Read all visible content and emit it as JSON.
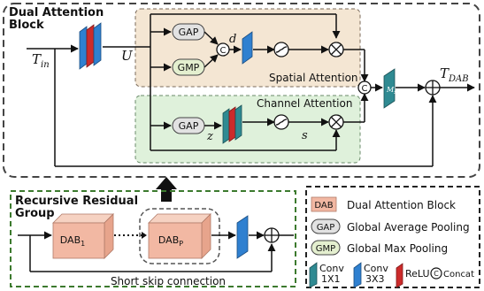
{
  "dual_attention_block": {
    "title_line1": "Dual Attention",
    "title_line2": "Block",
    "input_label": "T",
    "input_sub": "in",
    "output_label": "T",
    "output_sub": "DAB",
    "u_label": "U",
    "d_label": "d",
    "z_label": "z",
    "s_label": "s",
    "ms_label": "M",
    "ms_sub": "s",
    "gap_label": "GAP",
    "gmp_label": "GMP",
    "concat_symbol": "C",
    "spatial_attention_title": "Spatial Attention",
    "channel_attention_title": "Channel Attention"
  },
  "recursive_residual_group": {
    "title_line1": "Recursive Residual",
    "title_line2": "Group",
    "dab1_label": "DAB",
    "dab1_sub": "1",
    "dabp_label": "DAB",
    "dabp_sub": "P",
    "skip_label": "Short skip connection"
  },
  "legend": {
    "dab_swatch": "DAB",
    "dab_text": "Dual Attention Block",
    "gap_swatch": "GAP",
    "gap_text": "Global Average Pooling",
    "gmp_swatch": "GMP",
    "gmp_text": "Global Max Pooling",
    "conv1_line1": "Conv",
    "conv1_line2": "1X1",
    "conv3_line1": "Conv",
    "conv3_line2": "3X3",
    "relu": "ReLU",
    "concat_symbol": "C",
    "concat": "Concat"
  },
  "colors": {
    "spatial_bg": "#f4e6d3",
    "channel_bg": "#dff1db",
    "gap_fill": "#e2e2e2",
    "gmp_fill": "#e4efcf",
    "dab_fill": "#f2b8a3",
    "conv_blue": "#2f80d0",
    "conv_teal": "#2f8a92",
    "relu_red": "#cc2b2b",
    "rrg_border": "#3c7a2e"
  }
}
